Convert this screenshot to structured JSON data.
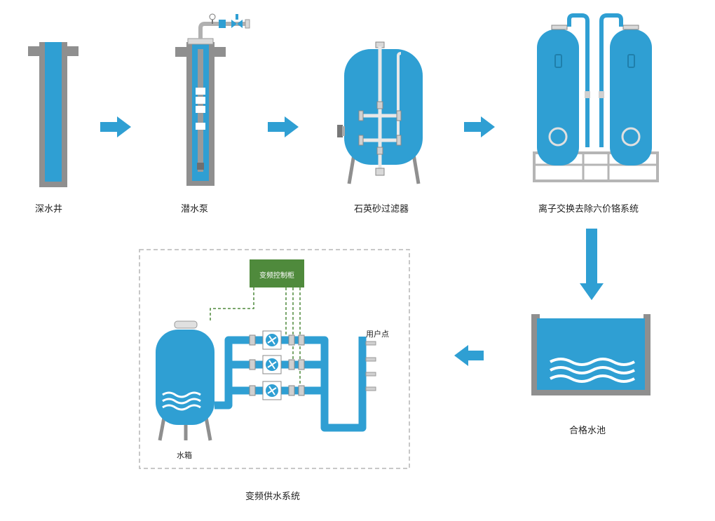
{
  "stages": {
    "deep_well": "深水井",
    "submersible_pump": "潜水泵",
    "quartz_sand_filter": "石英砂过滤器",
    "ion_exchange": "离子交换去除六价铬系统",
    "qualified_pool": "合格水池"
  },
  "vfd_system": {
    "title": "变频供水系统",
    "control_cabinet": "变频控制柜",
    "water_tank": "水箱",
    "user_point": "用户点"
  },
  "colors": {
    "water_blue": "#2f9fd3",
    "wall_gray": "#8f8f8f",
    "arrow_blue": "#2f9fd3",
    "cabinet_green": "#4f8a3c",
    "dashed_border": "#b5b5b5",
    "signal_line_green": "#4f8a3c"
  }
}
